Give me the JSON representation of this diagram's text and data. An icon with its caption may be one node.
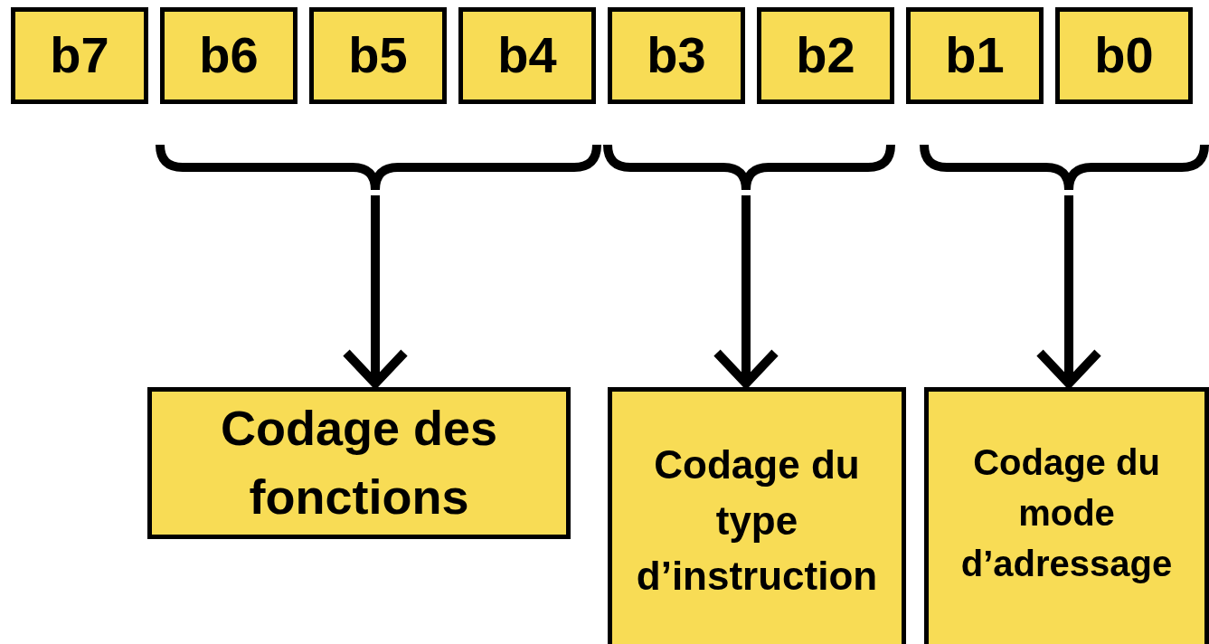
{
  "diagram": {
    "nodes": [
      {
        "text": [
          "b7"
        ]
      },
      {
        "text": [
          "b6"
        ]
      },
      {
        "text": [
          "b5"
        ]
      },
      {
        "text": [
          "b4"
        ]
      },
      {
        "text": [
          "b3"
        ]
      },
      {
        "text": [
          "b2"
        ]
      },
      {
        "text": [
          "b1"
        ]
      },
      {
        "text": [
          "b0"
        ]
      },
      {
        "text": [],
        "shape": "brace"
      },
      {
        "text": [],
        "shape": "brace"
      },
      {
        "text": [],
        "shape": "brace"
      },
      {
        "text": [
          "Codage des fonctions"
        ]
      },
      {
        "text": [
          "Codage du type d’instruction"
        ]
      },
      {
        "text": [
          "Codage du mode d’adressage"
        ]
      }
    ],
    "edges": [
      {
        "from": 8,
        "to": 11,
        "arrow": "to"
      },
      {
        "from": 9,
        "to": 12,
        "arrow": "to"
      },
      {
        "from": 10,
        "to": 13,
        "arrow": "to"
      }
    ]
  }
}
